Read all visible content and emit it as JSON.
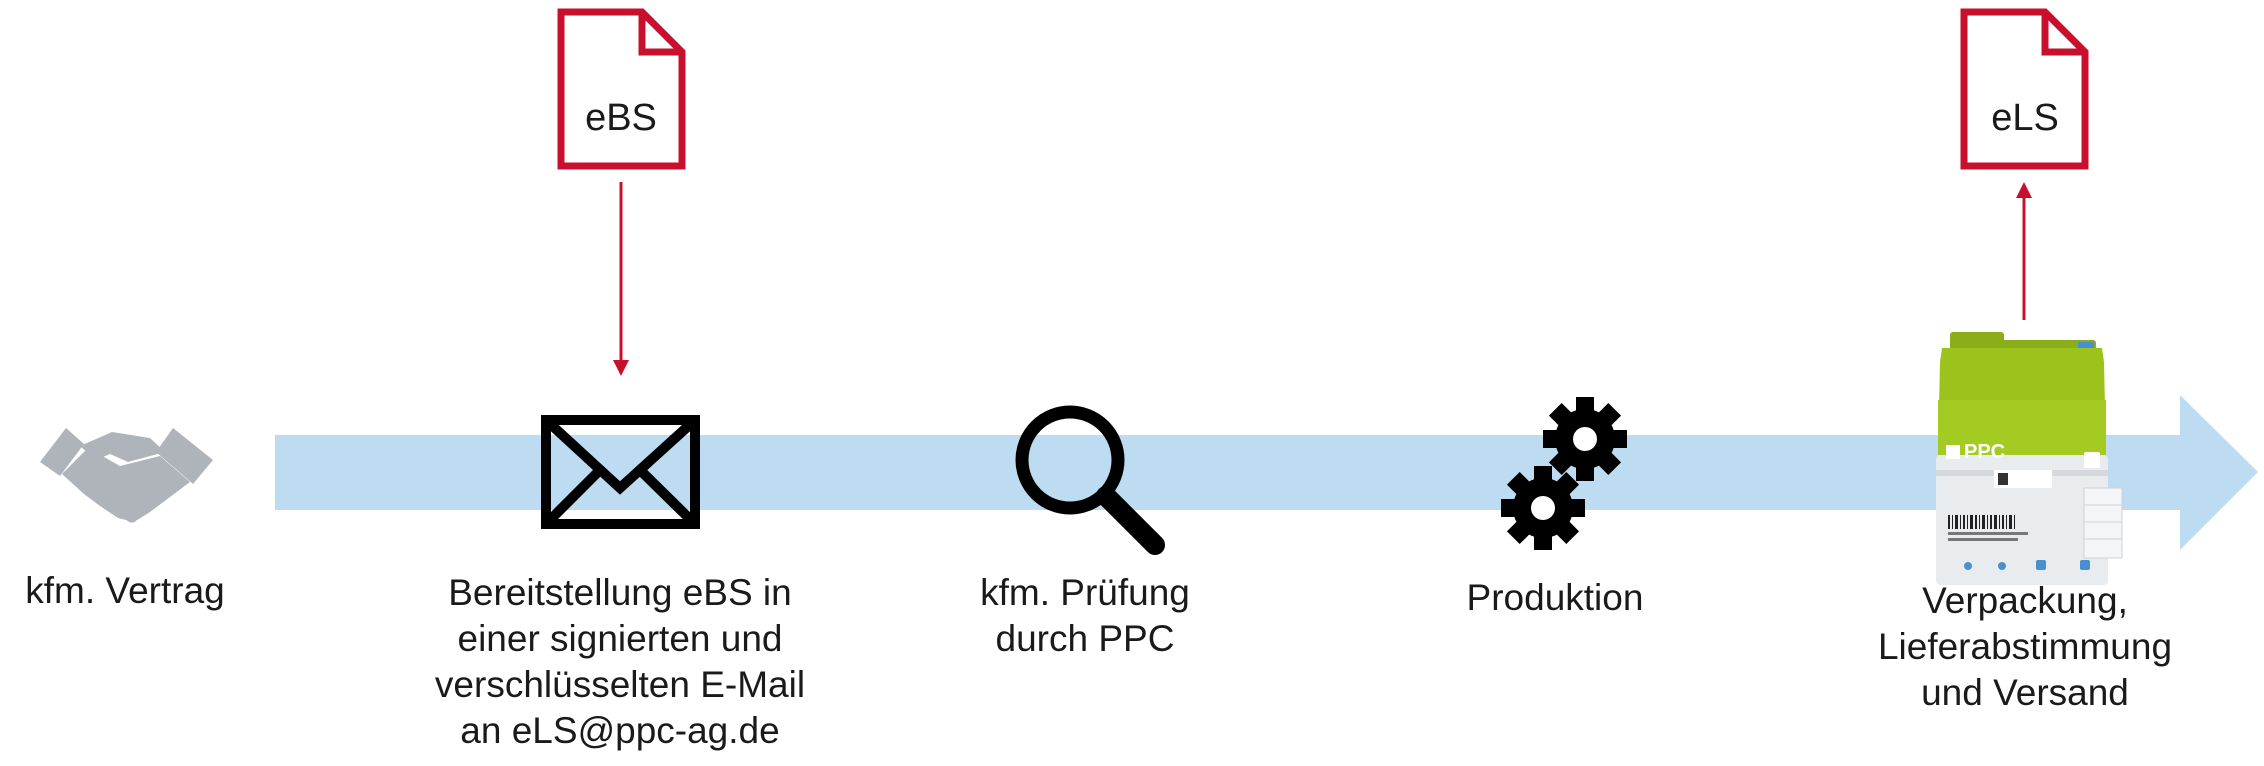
{
  "documents": {
    "ebs": "eBS",
    "els": "eLS"
  },
  "steps": [
    {
      "lines": [
        "kfm. Vertrag"
      ]
    },
    {
      "lines": [
        "Bereitstellung eBS in",
        "einer signierten und",
        "verschlüsselten E-Mail",
        "an eLS@ppc-ag.de"
      ]
    },
    {
      "lines": [
        "kfm. Prüfung",
        "durch PPC"
      ]
    },
    {
      "lines": [
        "Produktion"
      ]
    },
    {
      "lines": [
        "Verpackung,",
        "Lieferabstimmung",
        "und Versand"
      ]
    }
  ],
  "device": {
    "brand": "PPC"
  },
  "colors": {
    "accent": "#C8102E",
    "timeline": "#BDDCF1",
    "icon": "#000000",
    "handshake": "#AEB4BA",
    "device": "#9BC31C"
  },
  "icons": [
    "handshake-icon",
    "envelope-icon",
    "magnifier-icon",
    "gears-icon",
    "smart-meter-device",
    "document-icon"
  ]
}
